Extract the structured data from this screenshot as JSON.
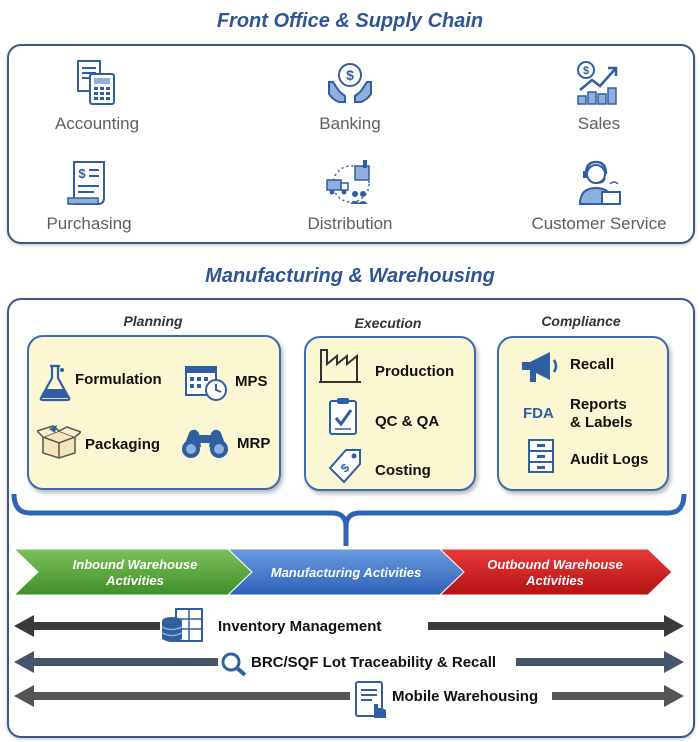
{
  "front_office": {
    "title": "Front Office & Supply Chain",
    "items": [
      {
        "label": "Accounting",
        "icon": "accounting-icon"
      },
      {
        "label": "Banking",
        "icon": "banking-icon"
      },
      {
        "label": "Sales",
        "icon": "sales-icon"
      },
      {
        "label": "Purchasing",
        "icon": "purchasing-icon"
      },
      {
        "label": "Distribution",
        "icon": "distribution-icon"
      },
      {
        "label": "Customer Service",
        "icon": "customer-service-icon"
      }
    ]
  },
  "manufacturing": {
    "title": "Manufacturing & Warehousing",
    "planning": {
      "title": "Planning",
      "items": [
        {
          "label": "Formulation",
          "icon": "flask-icon"
        },
        {
          "label": "MPS",
          "icon": "calendar-clock-icon"
        },
        {
          "label": "Packaging",
          "icon": "box-icon"
        },
        {
          "label": "MRP",
          "icon": "binoculars-icon"
        }
      ]
    },
    "execution": {
      "title": "Execution",
      "items": [
        {
          "label": "Production",
          "icon": "factory-icon"
        },
        {
          "label": "QC & QA",
          "icon": "clipboard-check-icon"
        },
        {
          "label": "Costing",
          "icon": "price-tag-icon"
        }
      ]
    },
    "compliance": {
      "title": "Compliance",
      "items": [
        {
          "label": "Recall",
          "icon": "megaphone-icon"
        },
        {
          "label": "Reports",
          "label2": "& Labels",
          "icon": "fda-icon",
          "icon_text": "FDA"
        },
        {
          "label": "Audit Logs",
          "icon": "file-cabinet-icon"
        }
      ]
    },
    "flow": [
      {
        "line1": "Inbound Warehouse",
        "line2": "Activities",
        "color": "#5aa83a"
      },
      {
        "line1": "Manufacturing Activities",
        "line2": "",
        "color": "#3f78cf"
      },
      {
        "line1": "Outbound Warehouse",
        "line2": "Activities",
        "color": "#d21c1c"
      }
    ],
    "bars": [
      {
        "label": "Inventory Management",
        "icon": "database-icon"
      },
      {
        "label": "BRC/SQF Lot Traceability & Recall",
        "icon": "magnifier-icon"
      },
      {
        "label": "Mobile Warehousing",
        "icon": "mobile-device-icon"
      }
    ]
  },
  "colors": {
    "accent": "#2f5597",
    "frame": "#3b5a8a",
    "card_bg": "#fbf7d3",
    "icon": "#2f5fa0"
  }
}
